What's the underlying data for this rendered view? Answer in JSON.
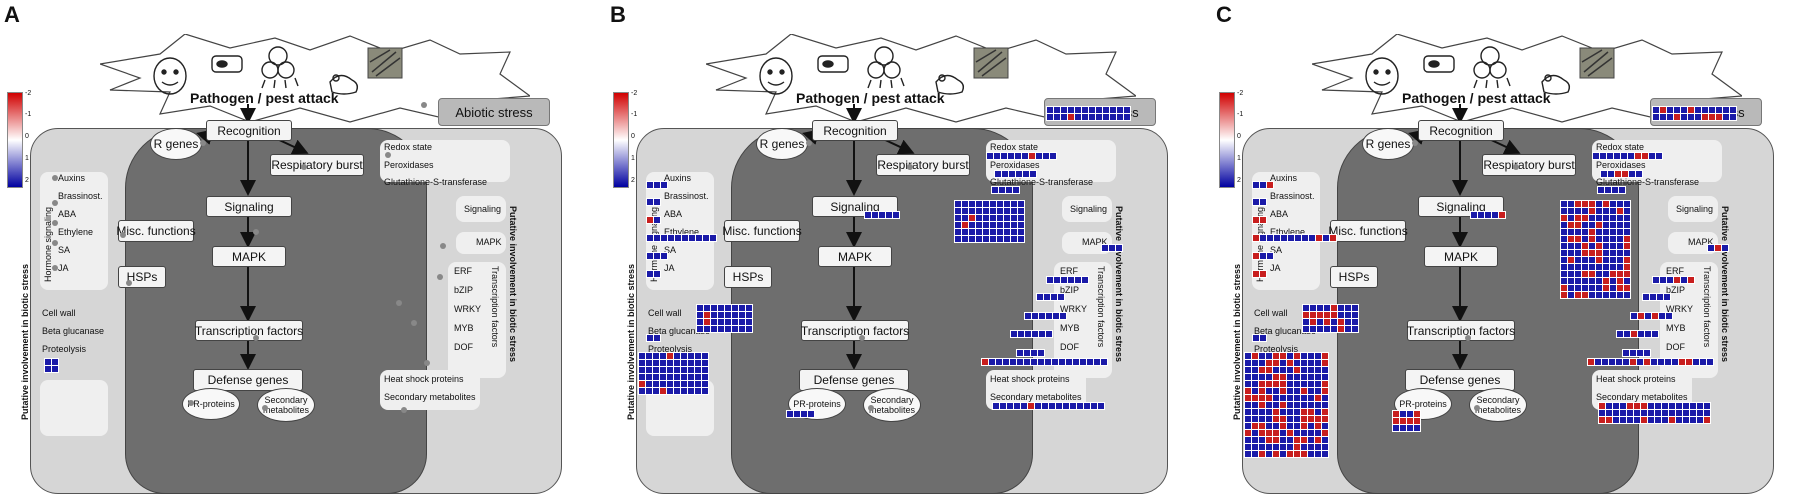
{
  "panels": [
    {
      "letter": "A",
      "variant": 0
    },
    {
      "letter": "B",
      "variant": 1
    },
    {
      "letter": "C",
      "variant": 2
    }
  ],
  "legend": {
    "ticks": [
      "-2",
      "-1",
      "0",
      "1",
      "2"
    ],
    "colors": {
      "low": "#d00000",
      "mid": "#ffffff",
      "high": "#0000a0"
    }
  },
  "labels": {
    "pathogen_attack": "Pathogen / pest attack",
    "abiotic_stress": "Abiotic stress",
    "recognition": "Recognition",
    "r_genes": "R genes",
    "respiratory_burst": "Respiratory burst",
    "signaling": "Signaling",
    "misc_functions": "Misc. functions",
    "mapk": "MAPK",
    "hsps": "HSPs",
    "transcription_factors": "Transcription factors",
    "defense_genes": "Defense genes",
    "pr_proteins": "PR-proteins",
    "secondary_metabolites_oval": "Secondary metabolites",
    "hormone_signaling": "Hormone signaling",
    "auxins": "Auxins",
    "brassinost": "Brassinost.",
    "aba": "ABA",
    "ethylene": "Ethylene",
    "sa": "SA",
    "ja": "JA",
    "cell_wall": "Cell wall",
    "beta_glucanase": "Beta glucanase",
    "proteolysis": "Proteolysis",
    "redox_state": "Redox state",
    "peroxidases": "Peroxidases",
    "glutathione": "Glutathione-S-transferase",
    "signaling_right": "Signaling",
    "mapk_right": "MAPK",
    "erf": "ERF",
    "bzip": "bZIP",
    "wrky": "WRKY",
    "myb": "MYB",
    "dof": "DOF",
    "tf_right": "Transcription factors",
    "heat_shock": "Heat shock proteins",
    "secondary_metabolites": "Secondary metabolites",
    "putative_left": "Putative involvement in biotic stress",
    "putative_right": "Putative involvement in biotic stress"
  },
  "colors": {
    "up": "#1a1aa8",
    "down": "#c81e1e",
    "outer": "#d6d6d6",
    "inner": "#6e6e6e"
  }
}
